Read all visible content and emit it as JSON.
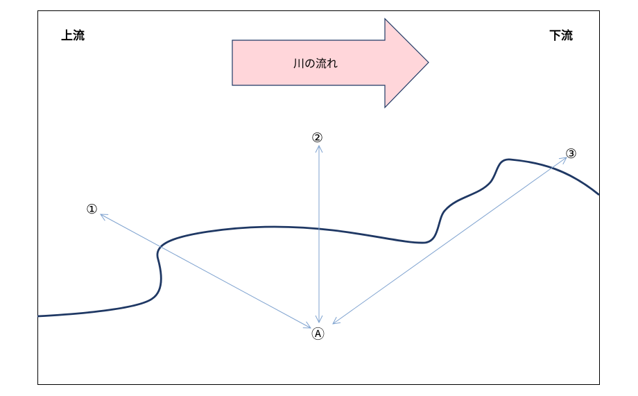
{
  "labels": {
    "upstream": "上流",
    "downstream": "下流",
    "flow_arrow": "川の流れ"
  },
  "points": {
    "origin": "Ⓐ",
    "p1": "①",
    "p2": "②",
    "p3": "③"
  },
  "colors": {
    "frame": "#000000",
    "river_line": "#1f3864",
    "measure_lines": "#7ea2cf",
    "flow_arrow_fill": "#ffd6da",
    "flow_arrow_stroke": "#1f3864"
  }
}
